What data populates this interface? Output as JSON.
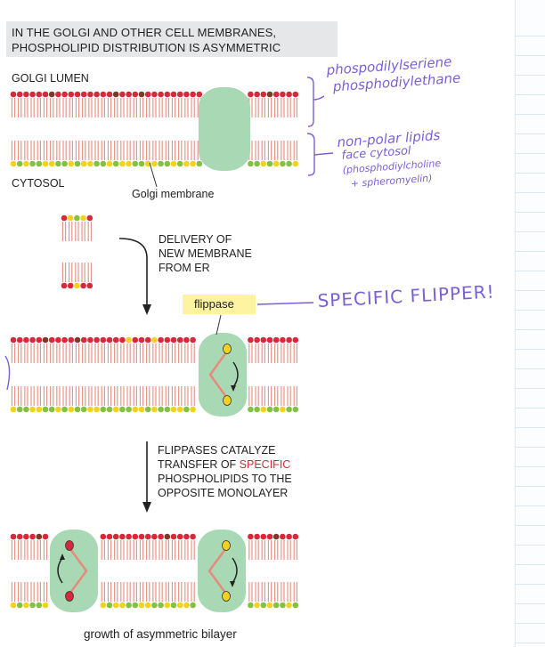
{
  "title": {
    "line1": "IN THE GOLGI AND OTHER CELL MEMBRANES,",
    "line2": "PHOSPHOLIPID DISTRIBUTION IS ASYMMETRIC"
  },
  "labels": {
    "golgi_lumen": "GOLGI LUMEN",
    "cytosol": "CYTOSOL",
    "golgi_membrane": "Golgi membrane",
    "growth": "growth of asymmetric bilayer"
  },
  "steps": {
    "delivery": [
      "DELIVERY OF",
      "NEW MEMBRANE",
      "FROM ER"
    ],
    "flippase_label": "flippase",
    "catalyze": {
      "line1": "FLIPPASES CATALYZE",
      "line2_pre": "TRANSFER OF ",
      "line2_red": "SPECIFIC",
      "line3": "PHOSPHOLIPIDS TO THE",
      "line4": "OPPOSITE MONOLAYER"
    }
  },
  "annotations": {
    "note1": [
      "phospodilylseriene",
      "phosphodiylethane"
    ],
    "note2": [
      "non-polar lipids",
      "face cytosol",
      "(phosphodiylcholine",
      "+ spheromyelin)"
    ],
    "note3": "SPECIFIC FLIPPER!"
  },
  "colors": {
    "red_head": "#d6293b",
    "brown_head": "#7a3b26",
    "green_head": "#84c044",
    "yellow_head": "#f2d21a",
    "tail": "#e8968a",
    "protein": "#a8d8b4",
    "annotation": "#7b5fd6",
    "highlight": "#fdf3a1"
  }
}
